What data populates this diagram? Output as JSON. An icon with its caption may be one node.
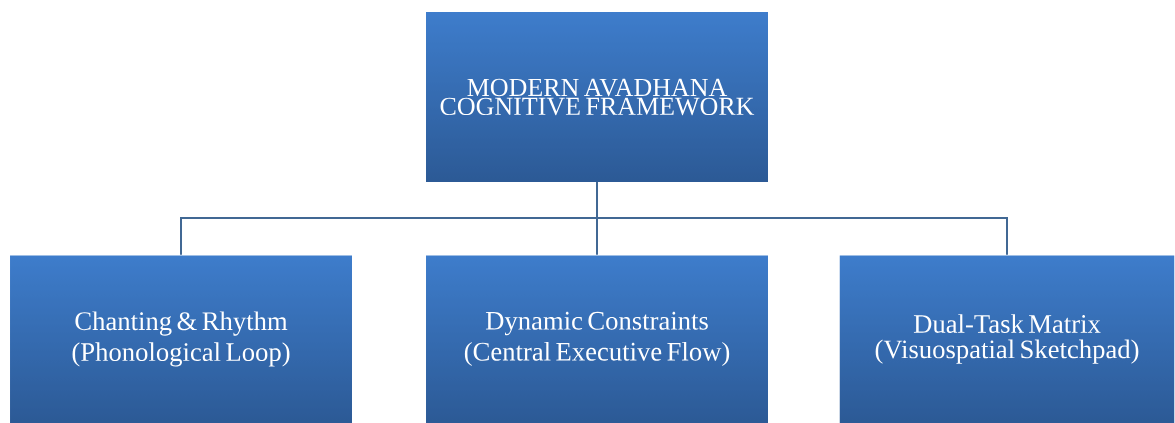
{
  "diagram": {
    "nodes": [
      {
        "text": [
          "MODERN AVADHANA COGNITIVE FRAMEWORK"
        ]
      },
      {
        "text": [
          "Chanting & Rhythm",
          "(Phonological Loop)"
        ]
      },
      {
        "text": [
          "Dynamic Constraints",
          "(Central Executive Flow)"
        ]
      },
      {
        "text": [
          "Dual-Task Matrix",
          "(Visuospatial Sketchpad)"
        ]
      }
    ],
    "edges": [
      {
        "from": 0,
        "to": 1,
        "arrow": "none"
      },
      {
        "from": 0,
        "to": 2,
        "arrow": "none"
      },
      {
        "from": 0,
        "to": 3,
        "arrow": "none"
      }
    ]
  }
}
